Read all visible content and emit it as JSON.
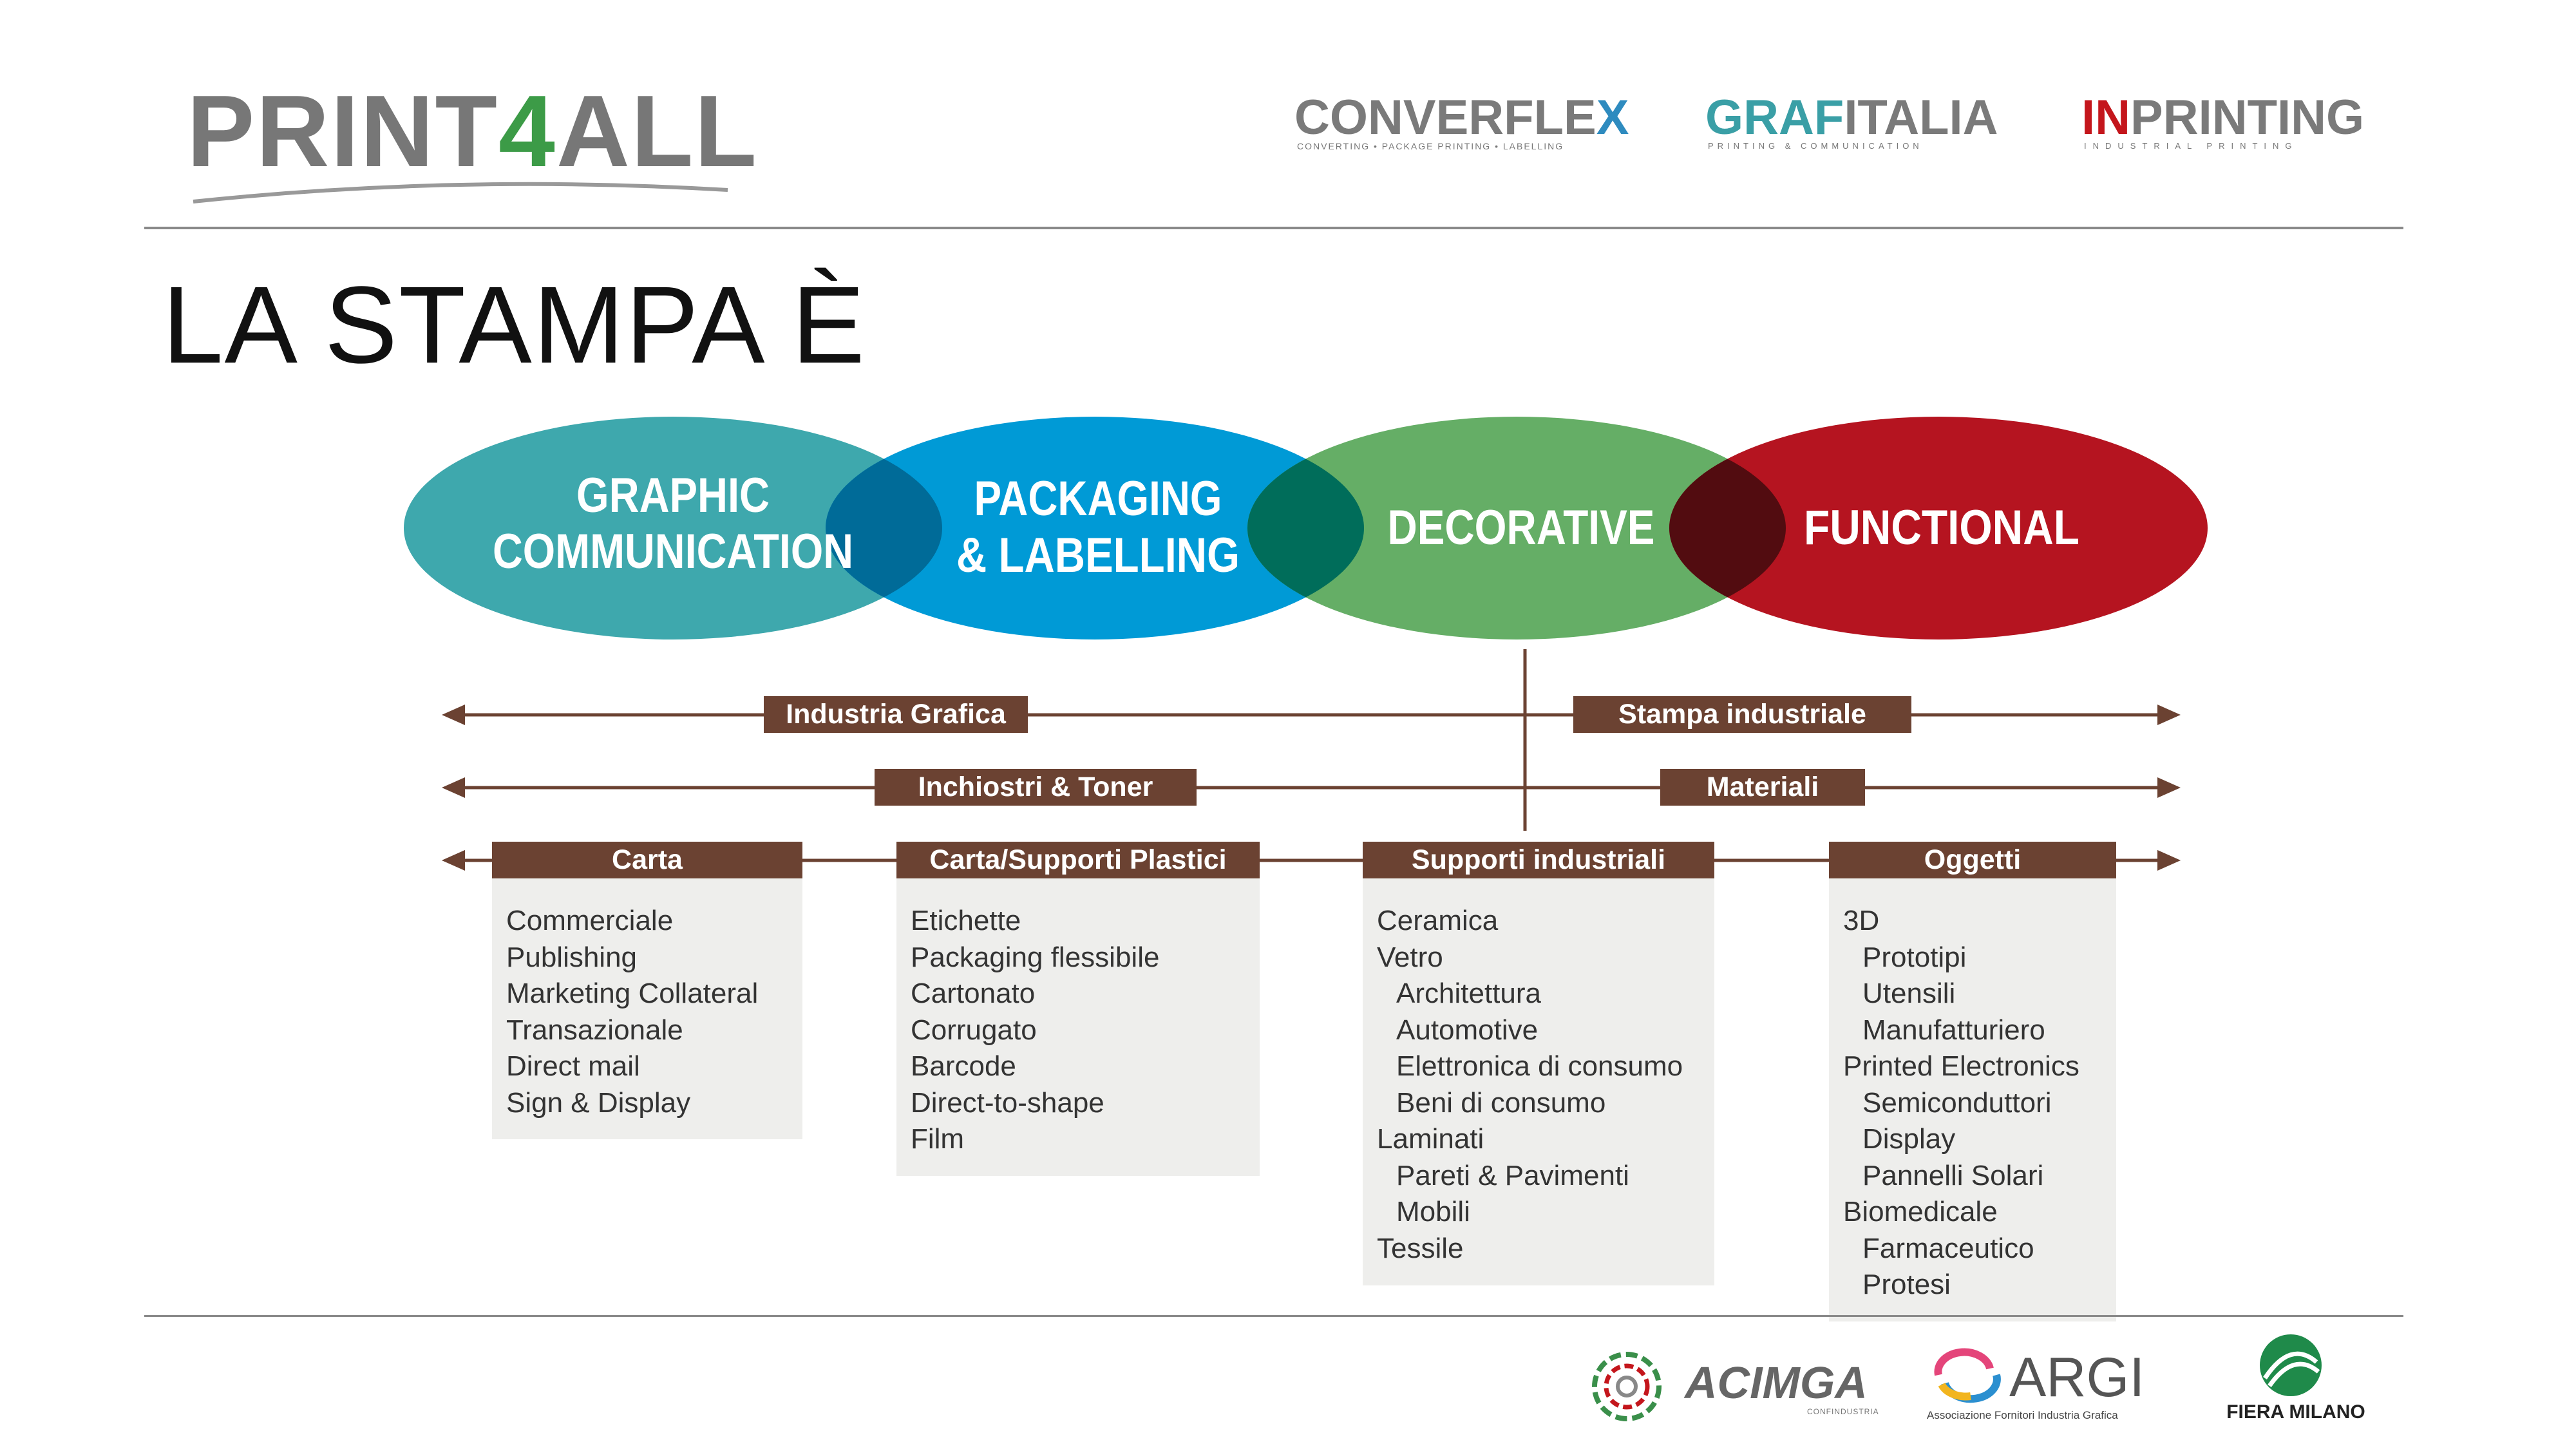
{
  "header": {
    "main_logo": {
      "text_a": "PRINT",
      "text_b": "4",
      "text_c": "ALL"
    },
    "partner_logos": [
      {
        "name_a": "CONVERFLE",
        "name_b": "X",
        "tagline": "CONVERTING • PACKAGE PRINTING • LABELLING"
      },
      {
        "name_a": "GRAF",
        "name_b": "ITALIA",
        "tagline": "PRINTING & COMMUNICATION"
      },
      {
        "name_a": "IN",
        "name_b": "PRINTING",
        "tagline": "INDUSTRIAL PRINTING"
      }
    ]
  },
  "slide": {
    "title": "LA STAMPA È"
  },
  "venn": {
    "circles": [
      {
        "label_line1": "GRAPHIC",
        "label_line2": "COMMUNICATION",
        "color": "#3ea8ad"
      },
      {
        "label_line1": "PACKAGING",
        "label_line2": "& LABELLING",
        "color": "#009ad6"
      },
      {
        "label_line1": "DECORATIVE",
        "label_line2": "",
        "color": "#65ae66"
      },
      {
        "label_line1": "FUNCTIONAL",
        "label_line2": "",
        "color": "#b51420"
      }
    ],
    "overlap_colors": [
      "#006b98",
      "#006d5a",
      "#520c10"
    ]
  },
  "axes": {
    "row1": [
      "Industria Grafica",
      "Stampa industriale"
    ],
    "row2": [
      "Inchiostri & Toner",
      "Materiali"
    ],
    "arrow_color": "#6b4232"
  },
  "categories": [
    {
      "header": "Carta",
      "items": [
        {
          "text": "Commerciale",
          "sub": false
        },
        {
          "text": "Publishing",
          "sub": false
        },
        {
          "text": "Marketing Collateral",
          "sub": false
        },
        {
          "text": "Transazionale",
          "sub": false
        },
        {
          "text": "Direct mail",
          "sub": false
        },
        {
          "text": "Sign & Display",
          "sub": false
        }
      ]
    },
    {
      "header": "Carta/Supporti Plastici",
      "items": [
        {
          "text": "Etichette",
          "sub": false
        },
        {
          "text": "Packaging flessibile",
          "sub": false
        },
        {
          "text": "Cartonato",
          "sub": false
        },
        {
          "text": "Corrugato",
          "sub": false
        },
        {
          "text": "Barcode",
          "sub": false
        },
        {
          "text": "Direct-to-shape",
          "sub": false
        },
        {
          "text": "Film",
          "sub": false
        }
      ]
    },
    {
      "header": "Supporti industriali",
      "items": [
        {
          "text": "Ceramica",
          "sub": false
        },
        {
          "text": "Vetro",
          "sub": false
        },
        {
          "text": "Architettura",
          "sub": true
        },
        {
          "text": "Automotive",
          "sub": true
        },
        {
          "text": "Elettronica di consumo",
          "sub": true
        },
        {
          "text": "Beni di consumo",
          "sub": true
        },
        {
          "text": "Laminati",
          "sub": false
        },
        {
          "text": "Pareti & Pavimenti",
          "sub": true
        },
        {
          "text": "Mobili",
          "sub": true
        },
        {
          "text": "Tessile",
          "sub": false
        }
      ]
    },
    {
      "header": "Oggetti",
      "items": [
        {
          "text": "3D",
          "sub": false
        },
        {
          "text": "Prototipi",
          "sub": true
        },
        {
          "text": "Utensili",
          "sub": true
        },
        {
          "text": "Manufatturiero",
          "sub": true
        },
        {
          "text": "Printed Electronics",
          "sub": false
        },
        {
          "text": "Semiconduttori",
          "sub": true
        },
        {
          "text": "Display",
          "sub": true
        },
        {
          "text": "Pannelli Solari",
          "sub": true
        },
        {
          "text": "Biomedicale",
          "sub": false
        },
        {
          "text": "Farmaceutico",
          "sub": true
        },
        {
          "text": "Protesi",
          "sub": true
        }
      ]
    }
  ],
  "footer": {
    "logos": [
      {
        "name": "ACIMGA",
        "tagline": "CONFINDUSTRIA"
      },
      {
        "name": "ARGI",
        "tagline": "Associazione Fornitori Industria Grafica"
      },
      {
        "name": "FIERA MILANO",
        "tagline": ""
      }
    ]
  }
}
